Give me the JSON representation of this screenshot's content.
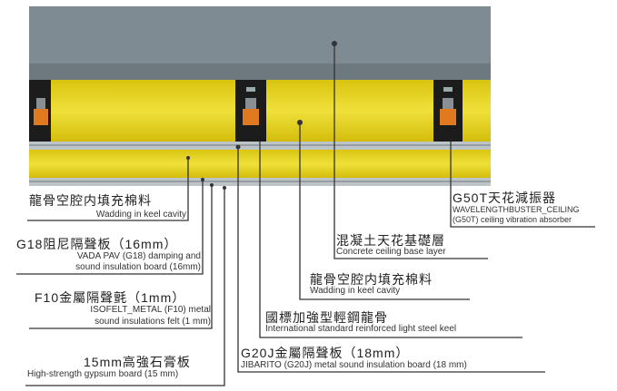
{
  "colors": {
    "concrete": "#7e8a92",
    "wadding": "#e6d21a",
    "keel": "#1c1c1c",
    "damper": "#e07a20",
    "board": "#b9c2c6",
    "line": "#333333"
  },
  "labels": [
    {
      "cn": "龍骨空腔内填充棉料",
      "en": [
        "Wadding in keel cavity"
      ]
    },
    {
      "cn": "G18阻尼隔聲板（16mm）",
      "en": [
        "VADA PAV (G18) damping and",
        "sound insulation board (16mm)"
      ]
    },
    {
      "cn": "F10金屬隔聲氈（1mm）",
      "en": [
        "ISOFELT_METAL (F10) metal",
        "sound insulations felt (1 mm)"
      ]
    },
    {
      "cn": "15mm高強石膏板",
      "en": [
        "High-strength gypsum board (15 mm)"
      ]
    },
    {
      "cn": "G20J金屬隔聲板（18mm）",
      "en": [
        "JIBARITO (G20J) metal sound insulation board (18 mm)"
      ]
    },
    {
      "cn": "國標加強型輕鋼龍骨",
      "en": [
        "International standard reinforced light steel keel"
      ]
    },
    {
      "cn": "龍骨空腔内填充棉料",
      "en": [
        "Wadding in keel cavity"
      ]
    },
    {
      "cn": "混凝土天花基礎層",
      "en": [
        "Concrete ceiling base layer"
      ]
    },
    {
      "cn": "G50T天花減振器",
      "en": [
        "WAVELENGTHBUSTER_CEILING",
        "(G50T) ceiling vibration absorber"
      ]
    }
  ]
}
